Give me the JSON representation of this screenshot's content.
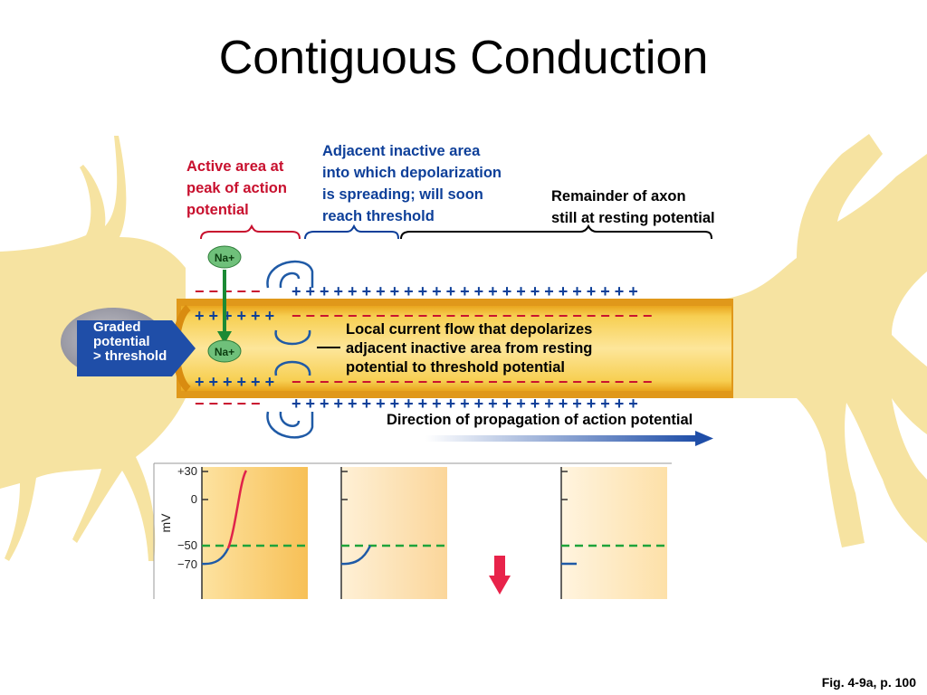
{
  "title": "Contiguous Conduction",
  "labels": {
    "active_area": [
      "Active area at",
      "peak of action",
      "potential"
    ],
    "adjacent_area": [
      "Adjacent inactive area",
      "into which depolarization",
      "is spreading; will soon",
      "reach threshold"
    ],
    "remainder": [
      "Remainder of axon",
      "still at resting potential"
    ],
    "local_current": [
      "Local current flow that depolarizes",
      "adjacent inactive area from resting",
      "potential to threshold potential"
    ],
    "direction": "Direction of propagation of action potential",
    "graded": [
      "Graded",
      "potential",
      "> threshold"
    ],
    "ion": "Na+"
  },
  "graph": {
    "ylabel": "mV",
    "ticks": [
      "+30",
      "0",
      "−50",
      "−70"
    ]
  },
  "figure_ref": "Fig. 4-9a, p. 100",
  "colors": {
    "red_text": "#c8102e",
    "blue_text": "#0d3f99",
    "axon_fill": "#f5c842",
    "neuron_body": "#f6e3a1",
    "threshold_line": "#1fa33a",
    "ion_green": "#4caf50",
    "arrow_blue": "#1f5aa6",
    "down_arrow": "#e8234a"
  }
}
